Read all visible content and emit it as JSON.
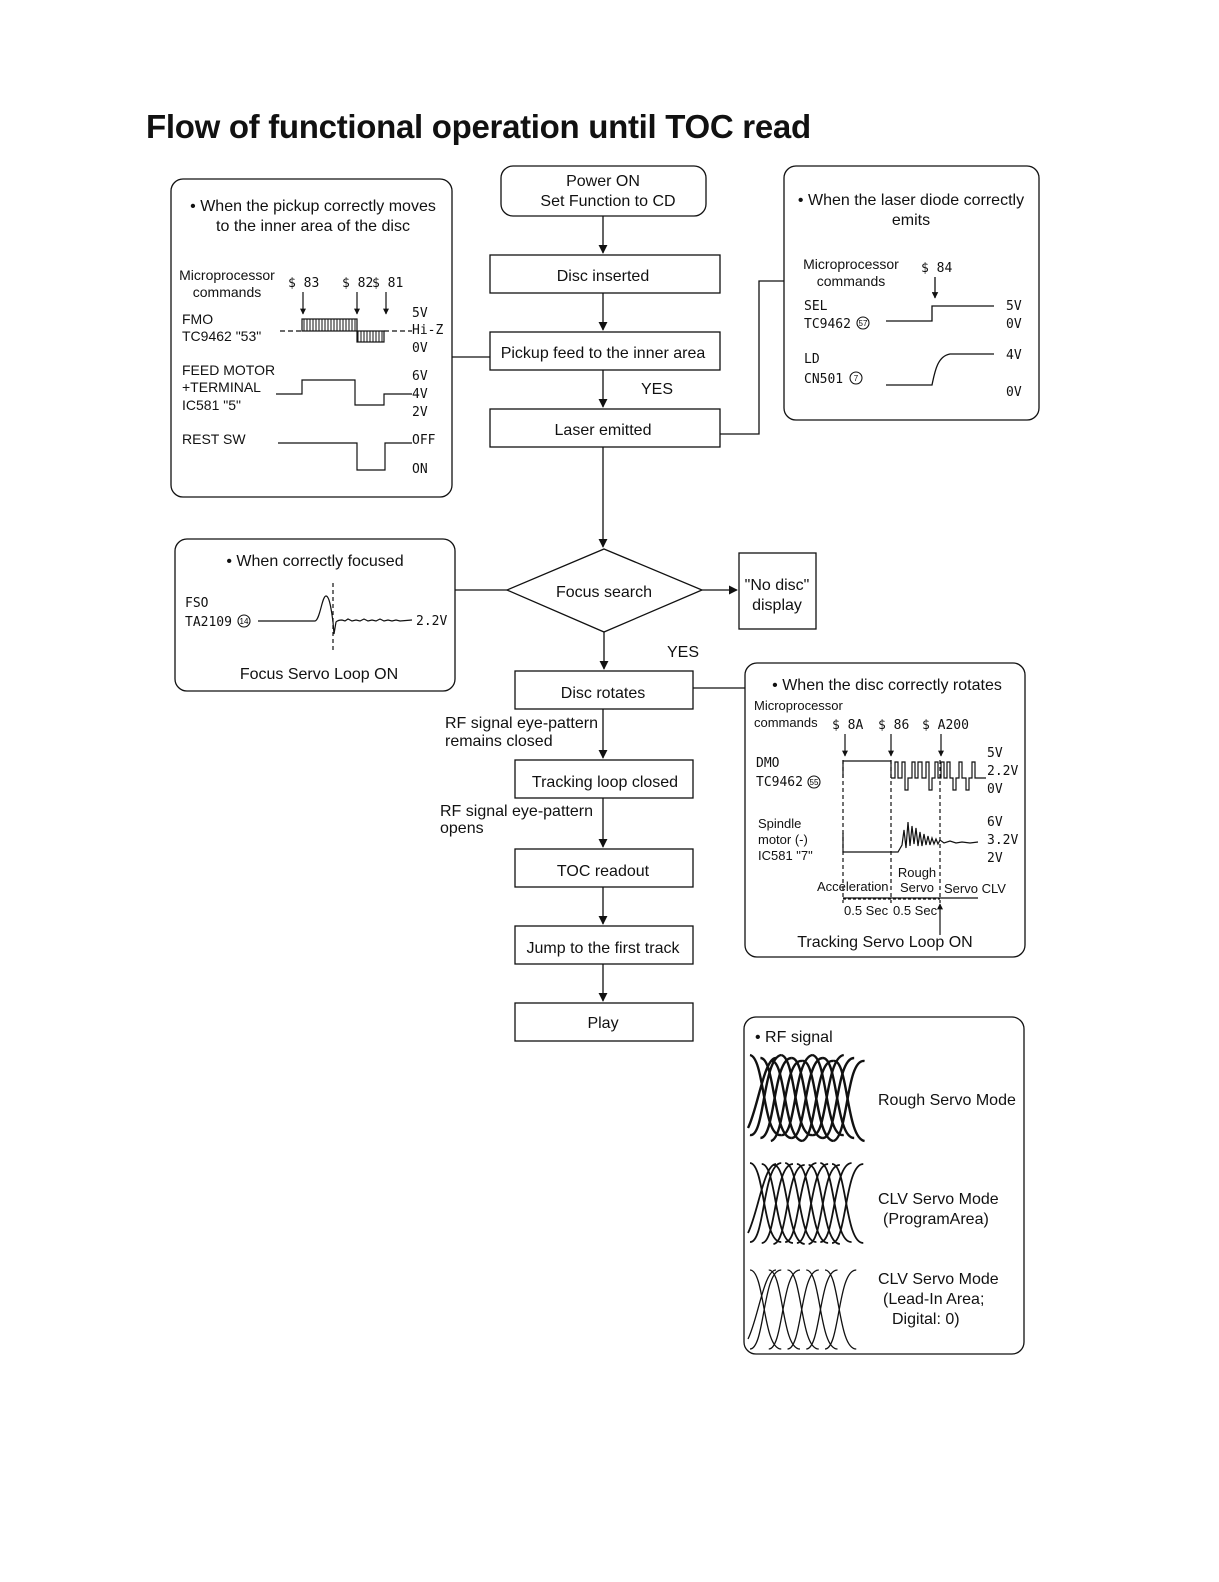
{
  "title": "Flow of functional operation until TOC read",
  "flow": {
    "power_on": [
      "Power ON",
      "Set Function to CD"
    ],
    "disc_inserted": "Disc inserted",
    "pickup_feed": "Pickup feed to the inner area",
    "yes_1": "YES",
    "laser_emitted": "Laser emitted",
    "focus_search": "Focus search",
    "no_disc": [
      "\"No disc\"",
      "display"
    ],
    "yes_2": "YES",
    "disc_rotates": "Disc rotates",
    "rf_closed": [
      "RF signal eye-pattern",
      "remains closed"
    ],
    "tracking_closed": "Tracking loop closed",
    "rf_opens": [
      "RF signal eye-pattern",
      "opens"
    ],
    "toc_readout": "TOC readout",
    "jump_first_track": "Jump to the first track",
    "play": "Play"
  },
  "panel_pickup": {
    "heading": [
      "• When the pickup correctly moves",
      "to the inner area of the disc"
    ],
    "mp_label": [
      "Microprocessor",
      "commands"
    ],
    "commands": [
      "$ 83",
      "$ 82",
      "$ 81"
    ],
    "fmo_label": [
      "FMO",
      "TC9462 \"53\""
    ],
    "fmo_levels": [
      "5V",
      "Hi-Z",
      "0V"
    ],
    "feed_label": [
      "FEED MOTOR",
      "+TERMINAL",
      "IC581 \"5\""
    ],
    "feed_levels": [
      "6V",
      "4V",
      "2V"
    ],
    "rest_label": "REST SW",
    "rest_levels": [
      "OFF",
      "ON"
    ]
  },
  "panel_laser": {
    "heading": [
      "• When the laser diode correctly",
      "emits"
    ],
    "mp_label": [
      "Microprocessor",
      "commands"
    ],
    "command": "$ 84",
    "sel_label": [
      "SEL",
      "TC9462"
    ],
    "sel_pin": "57",
    "sel_levels": [
      "5V",
      "0V"
    ],
    "ld_label": [
      "LD",
      "CN501"
    ],
    "ld_pin": "7",
    "ld_levels": [
      "4V",
      "0V"
    ]
  },
  "panel_focus": {
    "heading": "• When correctly focused",
    "fso_label": [
      "FSO",
      "TA2109"
    ],
    "fso_pin": "14",
    "level": "2.2V",
    "footer": "Focus Servo Loop ON"
  },
  "panel_rotate": {
    "heading": "• When the disc correctly rotates",
    "mp_label": [
      "Microprocessor",
      "commands"
    ],
    "commands": [
      "$ 8A",
      "$ 86",
      "$ A200"
    ],
    "dmo_label": [
      "DMO",
      "TC9462"
    ],
    "dmo_pin": "55",
    "dmo_levels": [
      "5V",
      "2.2V",
      "0V"
    ],
    "spindle_label": [
      "Spindle",
      "motor (-)",
      "IC581 \"7\""
    ],
    "spindle_levels": [
      "6V",
      "3.2V",
      "2V"
    ],
    "phases": [
      "Acceleration",
      "Rough",
      "Servo",
      "Servo CLV"
    ],
    "times": [
      "0.5 Sec",
      "0.5 Sec"
    ],
    "footer": "Tracking Servo Loop ON"
  },
  "panel_rf": {
    "heading": "• RF signal",
    "modes": [
      {
        "lines": [
          "Rough Servo Mode"
        ]
      },
      {
        "lines": [
          "CLV Servo Mode",
          "(ProgramArea)"
        ]
      },
      {
        "lines": [
          "CLV Servo Mode",
          "(Lead-In Area;",
          "Digital: 0)"
        ]
      }
    ]
  }
}
